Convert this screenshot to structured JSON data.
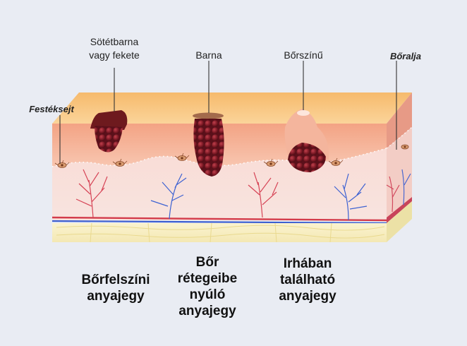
{
  "labels": {
    "dark": [
      "Sötétbarna",
      "vagy fekete"
    ],
    "brown": "Barna",
    "skin": "Bőrszínű",
    "subskin": "Bőralja",
    "pigment": "Festéksejt"
  },
  "captions": {
    "junctional": [
      "Bőrfelszíni",
      "anyajegy"
    ],
    "compound": [
      "Bőr",
      "rétegeibe",
      "nyúló",
      "anyajegy"
    ],
    "intradermal": [
      "Irhában",
      "található",
      "anyajegy"
    ]
  },
  "colors": {
    "background": "#e9ecf3",
    "epidermis_top": "#f6c27a",
    "epidermis_front": "#f0a887",
    "dermis": "#f7d6d2",
    "fat": "#f7f0c8",
    "side": "#d98b7a",
    "mole_dark": "#7a1f22",
    "cluster": "#8b1e2a"
  }
}
